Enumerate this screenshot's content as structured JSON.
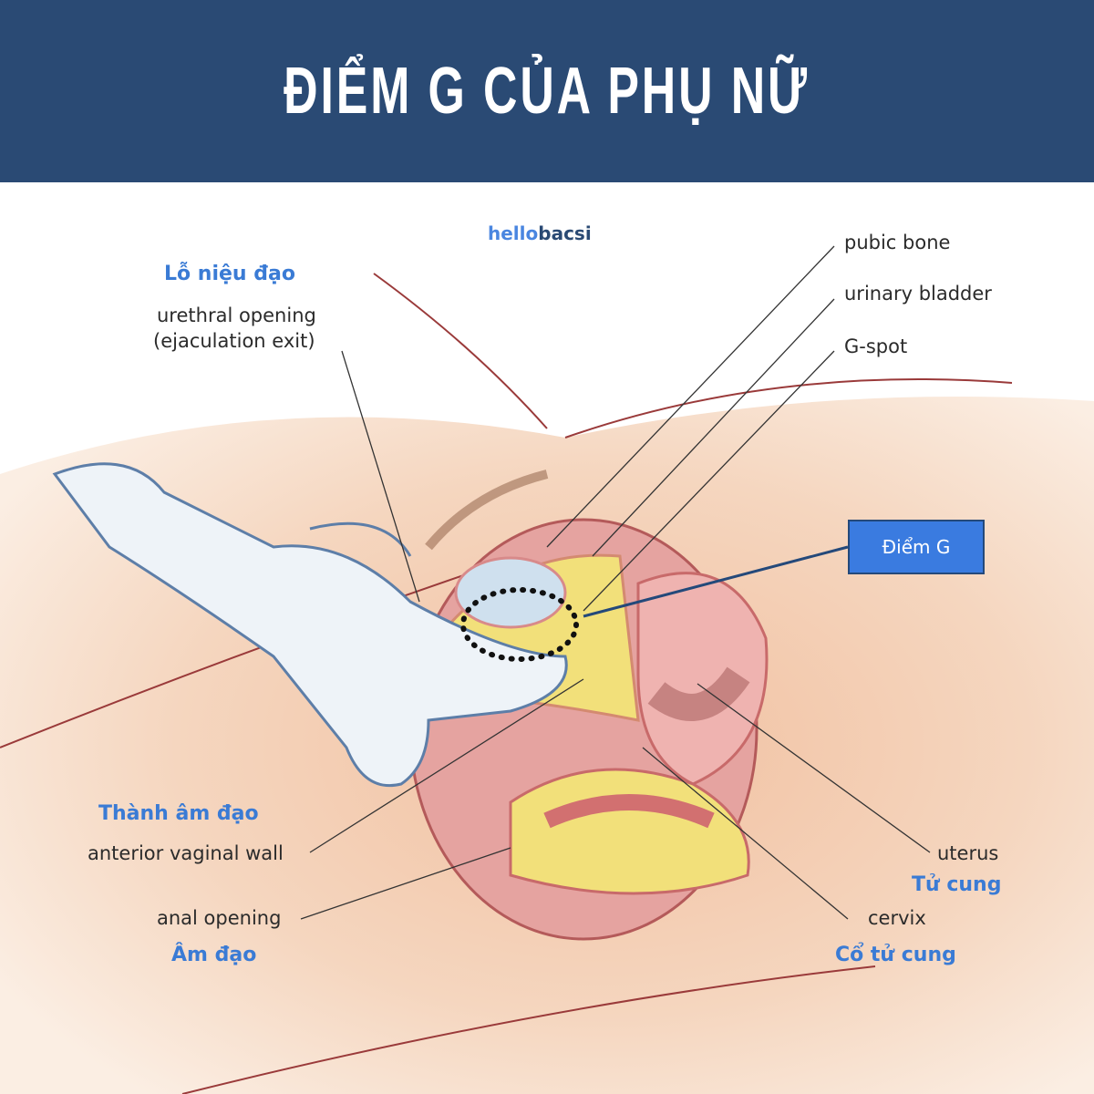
{
  "header": {
    "title": "ĐIỂM G CỦA PHỤ NỮ",
    "background": "#2a4a74"
  },
  "logo": {
    "part1": "hello",
    "part2": "bacsi",
    "color1": "#4a86e0",
    "color2": "#2a4a74"
  },
  "labels": {
    "urethral_vi": "Lỗ niệu đạo",
    "urethral_en_1": "urethral opening",
    "urethral_en_2": "(ejaculation exit)",
    "pubic_bone": "pubic bone",
    "urinary_bladder": "urinary bladder",
    "g_spot": "G-spot",
    "g_spot_box": "Điểm G",
    "vaginal_wall_vi": "Thành âm đạo",
    "vaginal_wall_en": "anterior vaginal wall",
    "anal_opening": "anal opening",
    "vagina_vi": "Âm đạo",
    "uterus_en": "uterus",
    "uterus_vi": "Tử cung",
    "cervix_en": "cervix",
    "cervix_vi": "Cổ tử cung"
  },
  "colors": {
    "label_blue": "#3a7bd5",
    "box_blue": "#3a7be0",
    "skin": "#f3d2b8",
    "tissue": "#e8a0a0",
    "fat": "#f2e07a"
  }
}
